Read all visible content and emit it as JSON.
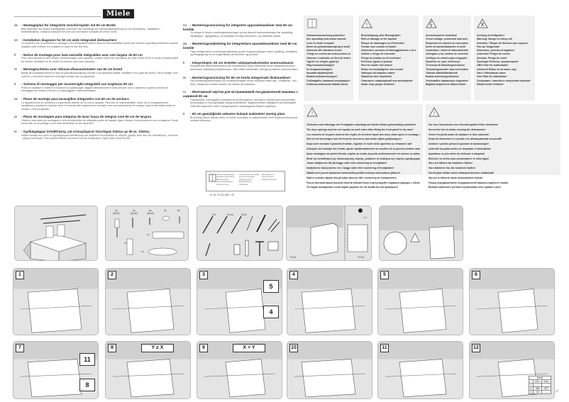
{
  "header": {
    "logo": "Miele"
  },
  "intro_left": [
    {
      "code": "de",
      "title": "Montageplan für integrierte Geschirrspüler mit 60 cm Breite",
      "body": "Bitte beachten Sie diesen Montageplan und lesen Sie unbedingt die Gebrauchsanweisung vor der Aufstellung - Installation - Inbetriebnahme. Dadurch schützen Sie sich und vermeiden Schäden an Ihrem Gerät."
    },
    {
      "code": "en",
      "title": "Installation diagrams for 60 cm wide integrated dishwashers",
      "body": "To avoid the risk of accidents or damage to the dishwasher please observe this installation sheet and read the operating instruction manual supplied with it before it is installed or used for the first time."
    },
    {
      "code": "fr",
      "title": "Notice de montage pour lave-vaisselle intégrables avec une largeur de 60 cm",
      "body": "Pour votre sécurité et afin d'éviter d'endommager votre appareil, veuillez suivre les indications de cette notice et lire le mode d'emploi avant de monter, d'installer ou de mettre en service votre lave-vaisselle."
    },
    {
      "code": "nl",
      "title": "Montageschema voor inbouw-afwasautomaten van 60 cm breed",
      "body": "Bekijk dit montageschema en lees de gebruiksaanwijzing voordat u uw apparaat plaatst, installeert en in gebruik neemt. Dat is veiliger voor uzelf en u voorkomt daarmee onnodige schade aan uw apparaat."
    },
    {
      "code": "it",
      "title": "Schema di montaggio per lavastoviglie integrabili con larghezza 60 cm",
      "body": "Prima di installare e mettere in funzione la lavastoviglie, leggere attentamente le istruzioni per l'uso e attenersi a questo schema di montaggio per evitare di ferirsi o di danneggiare l'elettrodomestico."
    },
    {
      "code": "es",
      "title": "Plano de montaje para lavavajillas integrados con 60 cm de anchura",
      "body": "Lo agradecemos su confianza y esperamos disfrute de su nuevo aparato. Para ello es imprescindible, antes de su emplazamiento, instalación y puesta en marcha, tener en cuenta este esquema de montaje y leer las instrucciones de manejo, para evitar daños tanto al usuario, como al aparato."
    },
    {
      "code": "pt",
      "title": "Plano de montagem para máquina de lavar louça de integrar com 60 cm de largura",
      "body": "Observe este plano de montagem e leia as instruções de utilização antes de instalar, ligar e iniciar o funcionamento com a máquina. Desta forma não só se protege como evita anomalias no seu aparelho."
    },
    {
      "code": "el",
      "title": "Σχεδιάγραμμα τοποθέτησης για εντοιχιζόμενα πλυντήρια πιάτων με 60 εκ. πλάτος",
      "body": "Λάβετε υπόψη σας αυτό το σχεδιάγραμμα τοποθέτησης και διαβάστε οπωσδήποτε τις οδηγίες χρήσης πριν από την τοποθέτηση - σύνδεση - αρχική λειτουργία. Έτσι προστατεύεστε τον εαυτό σας και αποφεύγετε ζημιές στην συσκευή σας."
    }
  ],
  "intro_mid": [
    {
      "code": "no",
      "title": "Monteringsanvisning for integrerte oppvaskmaskiner med 60 cm bredde",
      "body": "Ta hensyn til denne monteringsanvisningen og les absolutt bruksanvisningen før oppstilling - installasjon - igangsetting. Da beskytter du deg mot person- og materielle skade."
    },
    {
      "code": "da",
      "title": "Monteringsvejledning for integrerbare opvaskemaskiner med 60 cm bredde",
      "body": "Følg venligst denne monteringsvejledning og læs brugsanvisningen inden opstilling, installation og ibrugtagning for at undgå skader på personer og produkt."
    },
    {
      "code": "fi",
      "title": "Integroitujen, 60 cm leveiden astianpesukoneiden asennuskaavio",
      "body": "Noudata tätä asennuskaaviota ja lue ehdottomasti myös käyttöohje ennen astianpesukoneen asennusta, liitäntöjä ja käyttöönottoa. Näin vältät mahdolliset vahingot ja laitteen vaurioitumisen."
    },
    {
      "code": "sv",
      "title": "Monteringsanvisning för 60 cm breda integrerade diskmaskiner",
      "body": "Följ monteringsanvisningen och bruksanvisningen innan maskinen ställs upp - installeras - tas i bruk. Därigenom undviks skador och skador på maskinen."
    },
    {
      "code": "ru",
      "title": "Монтажный чертеж для встраиваемой посудомоечной машины с шириной 60 см",
      "body": "Пожалуйста, соблюдайте указания этого монтажного чертежа и обязательно прочитайте инструкцию по эксплуатации перед установкой, подключением и вводом в эксплуатацию. Этим Вы защитите себя и предотвратите повреждения Вашего прибора."
    },
    {
      "code": "tr",
      "title": "60 cm genişliğinde ankastre bulaşık makineleri montaj planı",
      "body": "Bu montaj planını dikkate alınız ve ürünü kurmadan ve çalıştırmadan önce kullanma kılavuzunu mutlaka okuyunuz."
    }
  ],
  "warnings": {
    "manual": {
      "icon": "book-icon",
      "lines": [
        "Gebrauchsanweisung beachten!",
        "See operating instruction manual",
        "Lisez le mode d'emploi!",
        "Neem de gebruiksaanwijzing in acht!",
        "Attenersi alle istruzioni d'uso!",
        "¡Tenga en cuenta las instrucciones de manejo!",
        "Observe o indicado no livro de instruções!",
        "Τηρείτε τις οδηγίες χρήσης!",
        "Følg bruksanvisningen!",
        "Se brugsanvisningen!",
        "Noudata käyttöohjeita!",
        "Beakta bruksanvisningen!",
        "Соблюдайте указания инструкции по эксплуатации!",
        "Kullanma kılavuzuna dikkate alınız!"
      ]
    },
    "damage": {
      "icon": "warning-triangle-icon",
      "lines": [
        "Beschädigung oder Brandgefahr!",
        "Risk of damage or fire hazard!",
        "Risque de dommages ou d'incendie!",
        "Gevaar voor schade of brand!",
        "Attenzione: pericolo di danneggiamento o di incendio!",
        "¡Daños o riesgo de incendio!",
        "Perigo de avarias ou de incêndio!",
        "Κίνδυνος ζημιάς ή φωτιάς!",
        "Fare for skade eller brann!",
        "Risiko for beskadigelse eller brand!",
        "Vahingon tai tulipalon vaara!",
        "Skaderisk eller brandfara!",
        "Опасность повреждений или возгорания!",
        "Hasar veya yangın tehlikesi!"
      ]
    },
    "electric": {
      "icon": "electric-hazard-icon",
      "lines": [
        "Anschlusswerte beachten!",
        "Check voltage, connected load and frequency!",
        "Respectez les valeurs de raccordement !",
        "Neem de aansluitwaarden in acht!",
        "Controllare i valori di allacciamento!",
        "¡Atengase a los valores de conexión!",
        "Verifique os valores para a ligação!",
        "Προσέξτε τις τιμές σύνδεσης!",
        "Ta hensyn til tilkoblingsverdiene!",
        "Tilslutningsværdier skal overholdes!",
        "Tarkista sähköliitäntäarvot!",
        "Beakta anslutningsvärdena!",
        "Учитывайте параметры подключения!",
        "Bağlantı değerlerine dikkat ediniz!"
      ]
    },
    "cut": {
      "icon": "cut-hazard-icon",
      "lines": [
        "Achtung Schnittgefahr!",
        "Warning: Danger of being cut!",
        "Attention ! Risque de blessure par coupure.",
        "Pas op! Snijgevaar!",
        "Attenzione, pericolo di tagliarsi!",
        "¡Atención! Peligro de cortes.",
        "Atenção: Perigo de corte!",
        "Προσοχή! Κίνδυνος τραυματισμού!",
        "OBS! Fare for kutteskader!",
        "Advarsel! Risiko for at skære sig!",
        "Varo! Viiltohaavan vaara",
        "Obs! Risk för skärskador!",
        "Осторожно: опасность получения порезов!",
        "Dikkat Kesik Tehlikesi!"
      ]
    },
    "door_springs": {
      "icon": "warning-triangle-icon",
      "lines": [
        "Türfedern nach Montage der Frontplatte unbedingt auf beiden Seiten gleichmäßig einstellen!",
        "The door springs must be set equally on both sides after fitting the front panel to the door!",
        "Les ressorts de la porte doivent être réglés de la même façon des deux côtés après le montage de la façade!",
        "Stel na het bevestigen van het front de deurveren aan beide zijden gelijkmatig in!",
        "Dopo aver montato il pannello frontale, regolare le molle dello sportello su entrambi i lati!",
        "¡Después del montaje del frontal, ajuste equilibradamente los muelles de la puerta a ambos lados!",
        "Após montagem do painel frontal, regular as molas da porta uniformemente em ambos os lados!",
        "Μετά την τοποθέτηση της διακοσμητικής πόρτας, ρυθμίστε τα ελατήρια της πόρτας ομοιόμορφα!",
        "Juster dørfjærene likt på begge sider etter montering av frontplaten!",
        "Dørfjedrene skal justeres ens i begge sider efter montering af frontpladen!",
        "Säädä oven jouset tasaisesti molemmilta puolilta etulevyn asennuksen jälkeen!",
        "Ställ in luckans fjädrar lika på båda sidorna efter montering av frontpanelen!",
        "После монтажа фронтальной панели обязательно отрегулируйте пружины дверцы с обеих сторон!",
        "Ön kapak montajından sonra kapak yaylarını her iki tarafta da eşit ayarlayınız!"
      ]
    },
    "feet": {
      "icon": "warning-triangle-icon",
      "lines": [
        "Vor dem Verschieben des Geschirrspülers Füße eindrehen!",
        "Screw the feet in before moving the dishwasher!",
        "Visser les pieds avant de déplacer le lave-vaisselle!",
        "Draai de stelvoeten in voordat u de afwasautomaat verschuift!",
        "Avvitare i piedini prima di spostare la lavastoviglie!",
        "¡Atornille las patas antes de desplazar el lavavajillas!",
        "Aparafuse os pés antes de deslocar a máquina!",
        "Βιδώστε τα πόδια πριν μετακινήσετε το πλυντήριο!",
        "Skru inn føttene før maskinen flyttes!",
        "Skru fødderne ind, før maskinen flyttes!",
        "Kierrä jalat sisään ennen astianpesukoneen siirtämistä!",
        "Skruva in fötterna innan diskmaskinen flyttas!",
        "Перед передвижением посудомоечной машины вкрутите ножки!",
        "Bulaşık makinesini yerinden oynatmadan önce ayakları sıkın!"
      ]
    }
  },
  "legend_box": {
    "col1": [
      "Gebrauchsanweisung",
      "Operating instructions",
      "Mode d'emploi",
      "Gebruiksaanwijzing",
      "Istruzioni d'uso"
    ],
    "col2": [
      "Instrucciones de manejo",
      "Livro de instruções",
      "Οδηγίες χρήσης",
      "Bruksanvisning",
      "Käyttöohje"
    ],
    "col3": [
      "Инструкция по эксплуатации",
      "Kullanma kılavuzu"
    ]
  },
  "doc_number": "M.-Nr. 09 314 850 / 05",
  "parts": [
    {
      "qty": "4x",
      "size": "(4x27)"
    },
    {
      "qty": "1x",
      "size": "(4x22)"
    },
    {
      "qty": "6x",
      "size": "(4x13)"
    },
    {
      "qty": "4x",
      "size": ""
    },
    {
      "qty": "6x",
      "size": ""
    },
    {
      "qty": "1x",
      "size": ""
    },
    {
      "qty": "1x",
      "size": ""
    },
    {
      "qty": "1x",
      "size": ""
    }
  ],
  "tools": {
    "labels": [
      "T20",
      "8 mm",
      "Ø3,5"
    ]
  },
  "dims": {
    "left_label": "TX/XL",
    "right_label": "TX/XL",
    "icon_label": "≥ 4"
  },
  "steps": [
    {
      "n": "1"
    },
    {
      "n": "2"
    },
    {
      "n": "3",
      "callouts": [
        "5",
        "4"
      ]
    },
    {
      "n": "4"
    },
    {
      "n": "5"
    },
    {
      "n": "6"
    },
    {
      "n": "7",
      "callouts": [
        "11",
        "8"
      ]
    },
    {
      "n": "8",
      "condition": "Y ≥ X"
    },
    {
      "n": "9",
      "condition": "X > Y"
    },
    {
      "n": "10"
    },
    {
      "n": "11"
    },
    {
      "n": "12"
    }
  ],
  "dim_table": {
    "unit": "[mm]",
    "headers": [
      "",
      "min.",
      "max."
    ],
    "rows": [
      [
        "x",
        "—",
        ""
      ],
      [
        "y",
        "580",
        "597"
      ],
      [
        "z",
        "16",
        "—"
      ]
    ]
  }
}
